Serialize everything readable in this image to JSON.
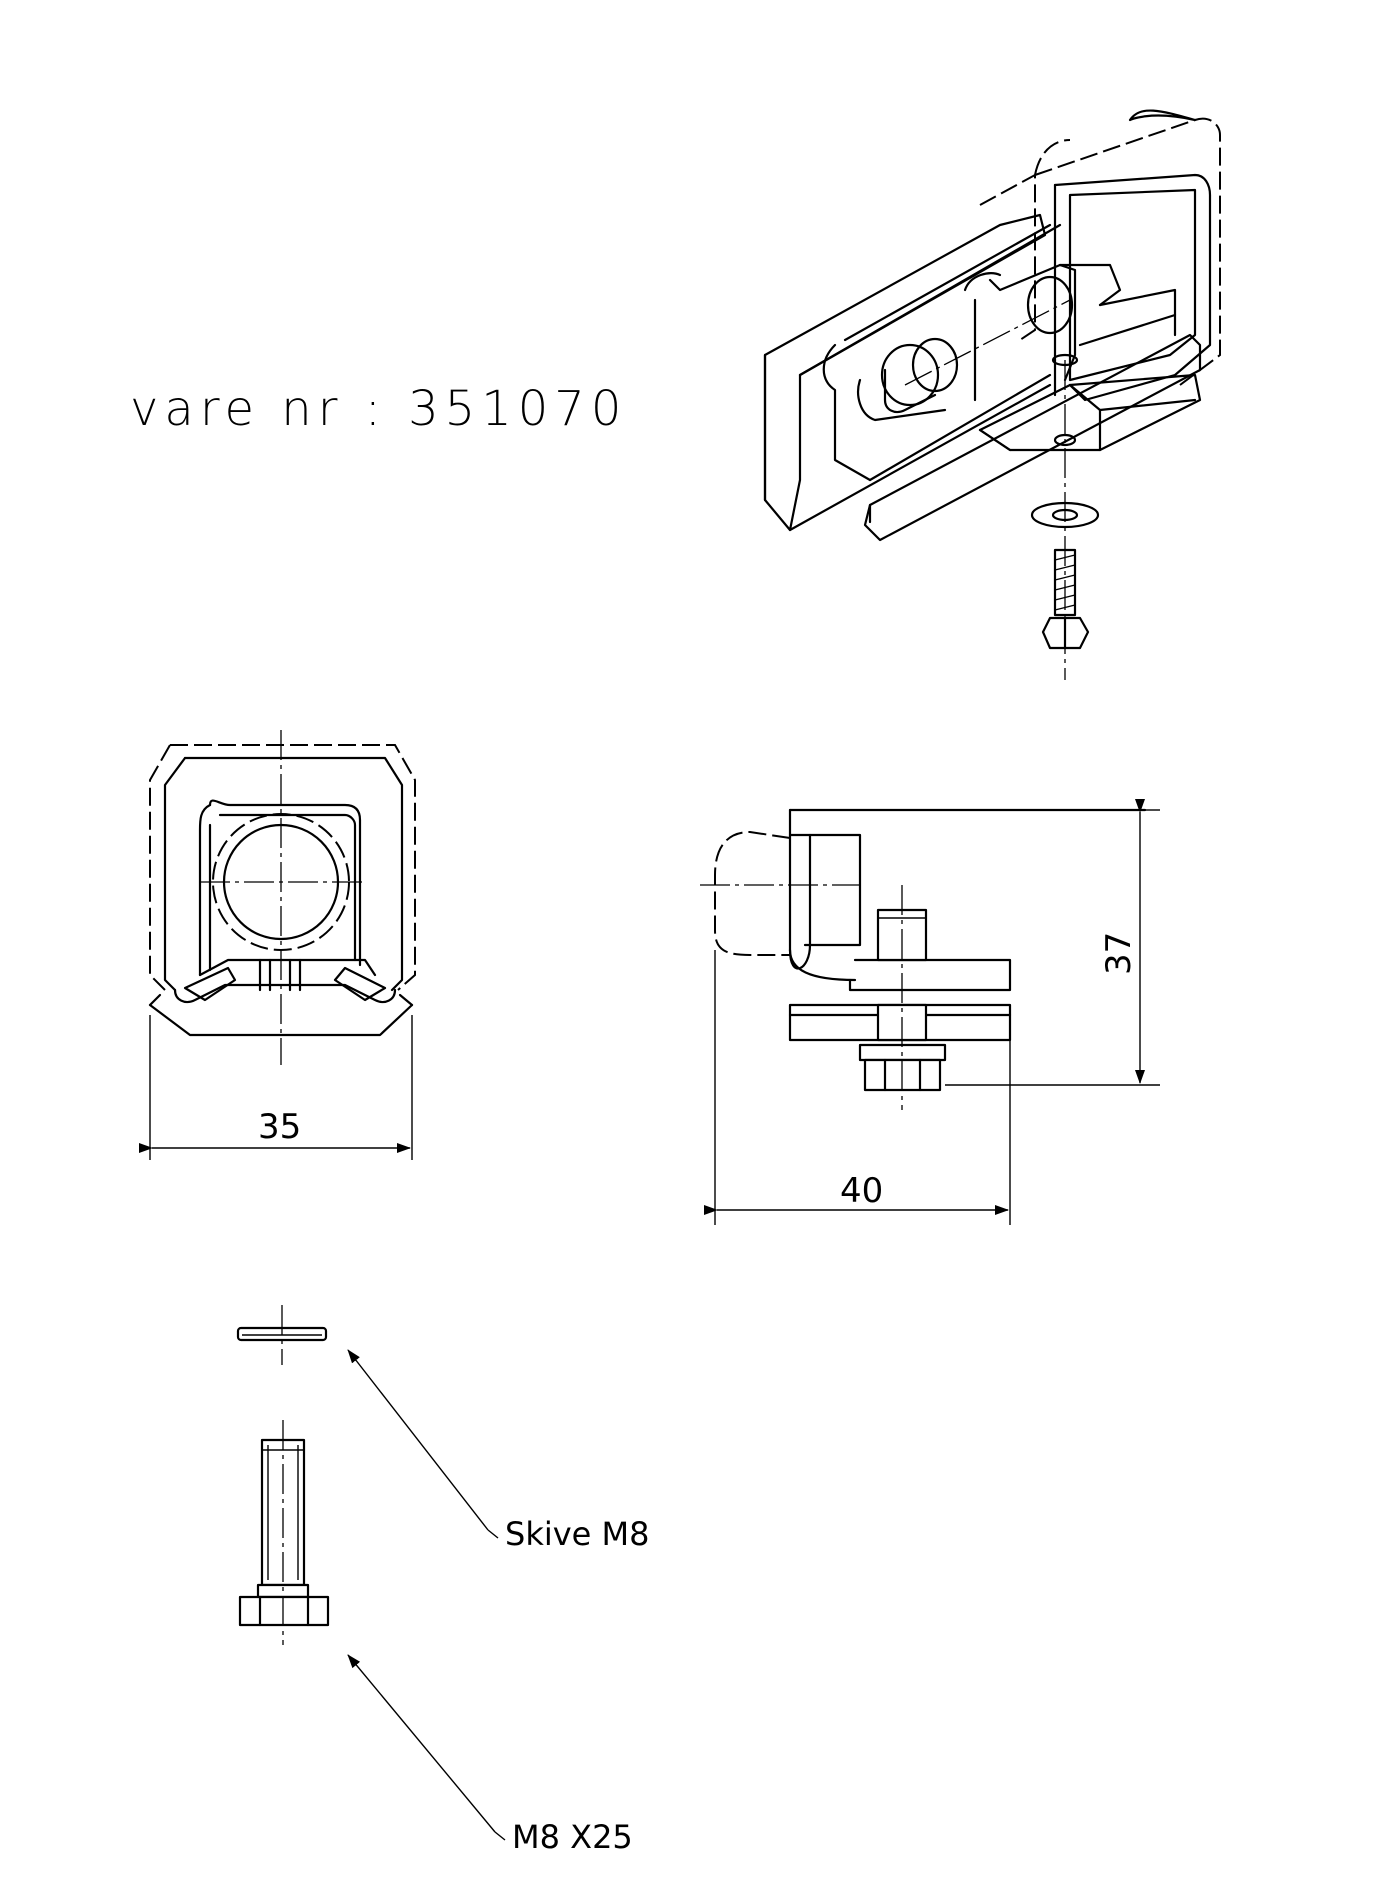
{
  "part_number_label": "vare nr :  351070",
  "dimensions": {
    "width": "35",
    "depth": "40",
    "height": "37"
  },
  "callouts": {
    "washer": "Skive M8",
    "bolt": "M8 X25"
  }
}
